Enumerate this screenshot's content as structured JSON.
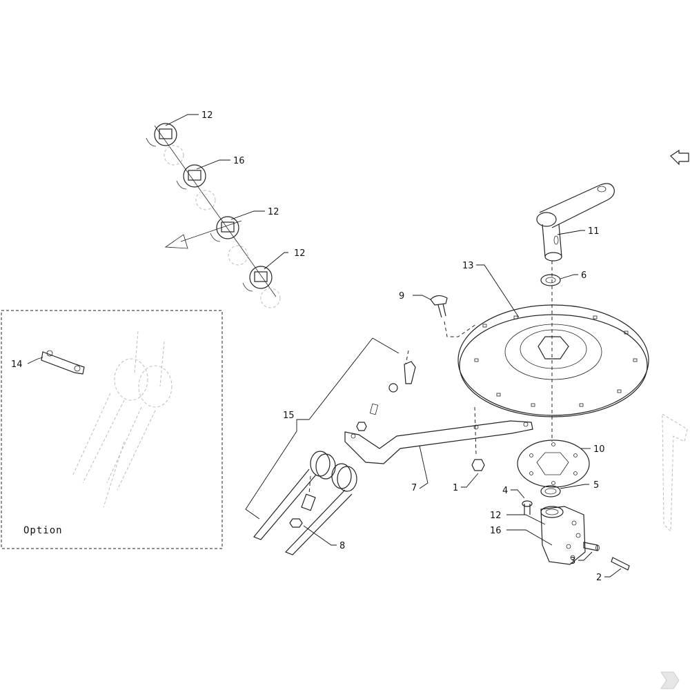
{
  "diagram": {
    "callouts": {
      "c1": "1",
      "c2": "2",
      "c3": "3",
      "c4": "4",
      "c5": "5",
      "c6": "6",
      "c7": "7",
      "c8": "8",
      "c9": "9",
      "c10": "10",
      "c11": "11",
      "c12": "12",
      "c13": "13",
      "c14": "14",
      "c15": "15",
      "c16": "16",
      "top_12a": "12",
      "top_16": "16",
      "top_12b": "12",
      "top_12c": "12"
    },
    "option_label": "Option"
  }
}
